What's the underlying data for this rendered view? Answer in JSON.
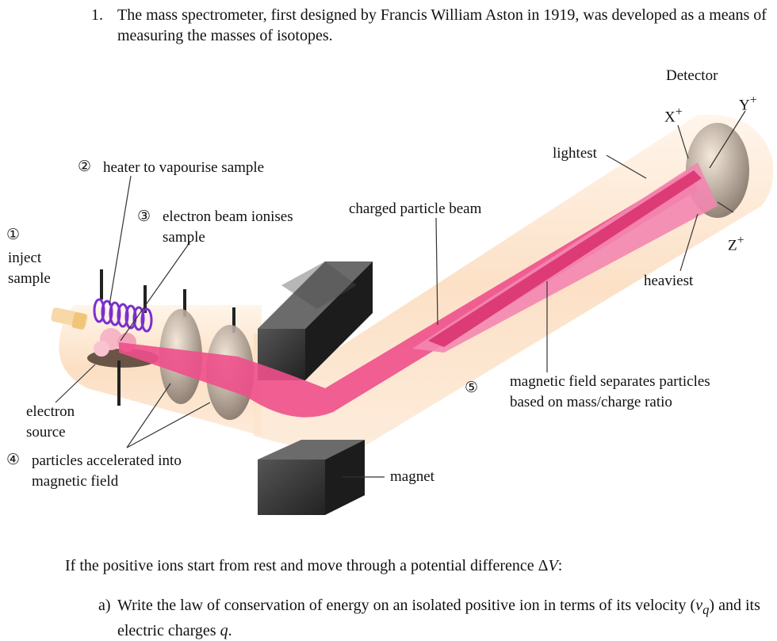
{
  "question": {
    "number": "1.",
    "text": "The mass spectrometer, first designed by Francis William Aston in 1919, was developed as a means of measuring the masses of isotopes."
  },
  "diagram": {
    "labels": {
      "step1_marker": "①",
      "inject_sample": "inject",
      "inject_sample_2": "sample",
      "step2_marker": "②",
      "heater": "heater to vapourise sample",
      "step3_marker": "③",
      "electron_beam": "electron beam ionises",
      "electron_beam_2": "sample",
      "charged_particle_beam": "charged particle beam",
      "lightest": "lightest",
      "detector": "Detector",
      "x_plus": "X",
      "y_plus": "Y",
      "z_plus": "Z",
      "plus": "+",
      "heaviest": "heaviest",
      "electron_source": "electron",
      "electron_source_2": "source",
      "step4_marker": "④",
      "particles_accelerated": "particles accelerated into",
      "particles_accelerated_2": "magnetic field",
      "step5_marker": "⑤",
      "magnetic_field_separates": "magnetic field separates particles",
      "magnetic_field_separates_2": "based on mass/charge ratio",
      "magnet": "magnet"
    },
    "colors": {
      "tube": "#fde3c8",
      "beam": "#ee4f8b",
      "magnet": "#2b2b2b",
      "coil": "#7a2fd0"
    }
  },
  "intro": {
    "prefix": "If the positive ions start from rest and move through a potential difference Δ",
    "var": "V",
    "suffix": ":"
  },
  "part_a": {
    "letter": "a)",
    "text_1": "Write the law of conservation of energy on an isolated positive ion in terms of its velocity (",
    "v": "v",
    "v_sub": "q",
    "text_2": ") and its electric charges ",
    "q": "q",
    "text_3": "."
  }
}
